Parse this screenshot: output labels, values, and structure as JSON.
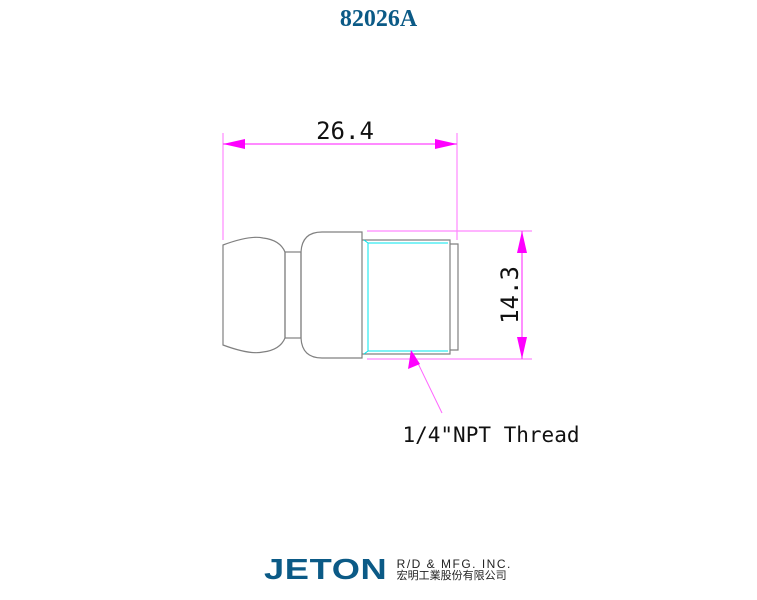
{
  "title": "82026A",
  "drawing": {
    "dimensions": {
      "length": "26.4",
      "diameter": "14.3"
    },
    "note": "1/4\"NPT Thread",
    "colors": {
      "dimension_line": "#ff00ff",
      "part_outline": "#808080",
      "thread_line": "#00e5ee",
      "title": "#0b5a86"
    }
  },
  "logo": {
    "brand": "JETON",
    "subtitle_en": "R/D & MFG. INC.",
    "subtitle_zh": "宏明工業股份有限公司"
  }
}
